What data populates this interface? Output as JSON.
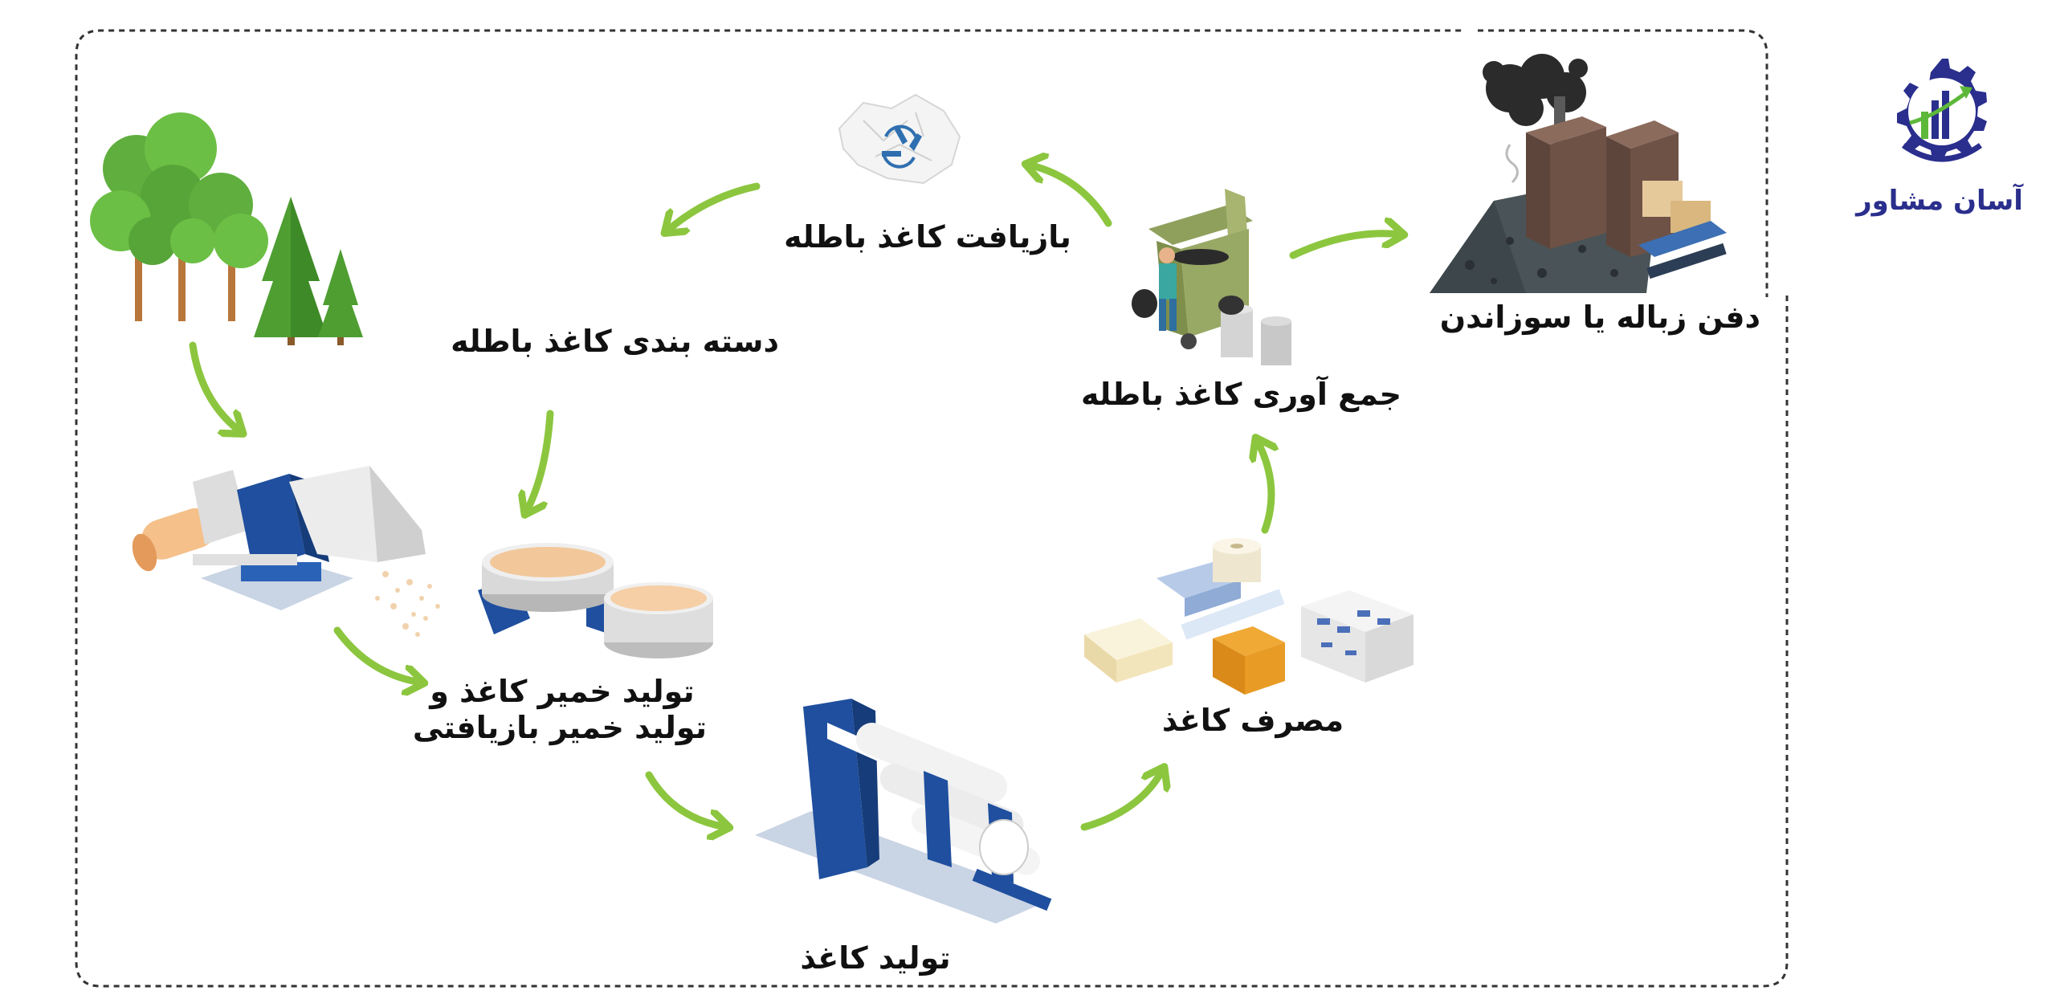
{
  "logo": {
    "text": "آسان مشاور",
    "colors": {
      "primary": "#2a2e8c",
      "accent": "#5db83a"
    }
  },
  "colors": {
    "arrow": "#8cc63f",
    "border": "#333333"
  },
  "stages": {
    "landfill": "دفن زباله یا سوزاندن",
    "recycling": "بازیافت کاغذ باطله",
    "sorting": "دسته بندی کاغذ باطله",
    "collection": "جمع آوری کاغذ باطله",
    "pulp_line1": "تولید خمیر کاغذ و",
    "pulp_line2": "تولید خمیر بازیافتی",
    "consumption": "مصرف کاغذ",
    "production": "تولید کاغذ"
  }
}
